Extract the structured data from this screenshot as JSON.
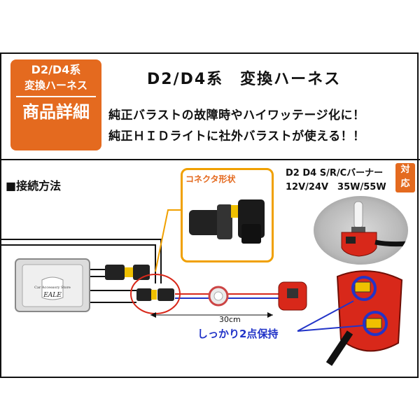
{
  "badge": {
    "line1": "D2/D4系",
    "line2": "変換ハーネス",
    "line3": "商品詳細"
  },
  "header": {
    "title": "D2/D4系　変換ハーネス",
    "subtitle1": "純正バラストの故障時やハイワッテージ化に！",
    "subtitle2": "純正ＨＩＤライトに社外バラストが使える！！"
  },
  "connection": {
    "heading": "■接続方法"
  },
  "connector": {
    "label": "コネクタ形状"
  },
  "spec": {
    "line1": "D2 D4 S/R/Cバーナー",
    "line2": "12V/24V　35W/55W",
    "badge": "対応"
  },
  "ballast": {
    "brand_top": "Car Accessory Store",
    "brand": "EALE"
  },
  "diagram": {
    "length": "30cm",
    "hold": "しっかり2点保持"
  },
  "colors": {
    "accent": "#e46a1f",
    "connector_frame": "#f0a000",
    "highlight": "#2234c8",
    "socket": "#d8281a"
  }
}
